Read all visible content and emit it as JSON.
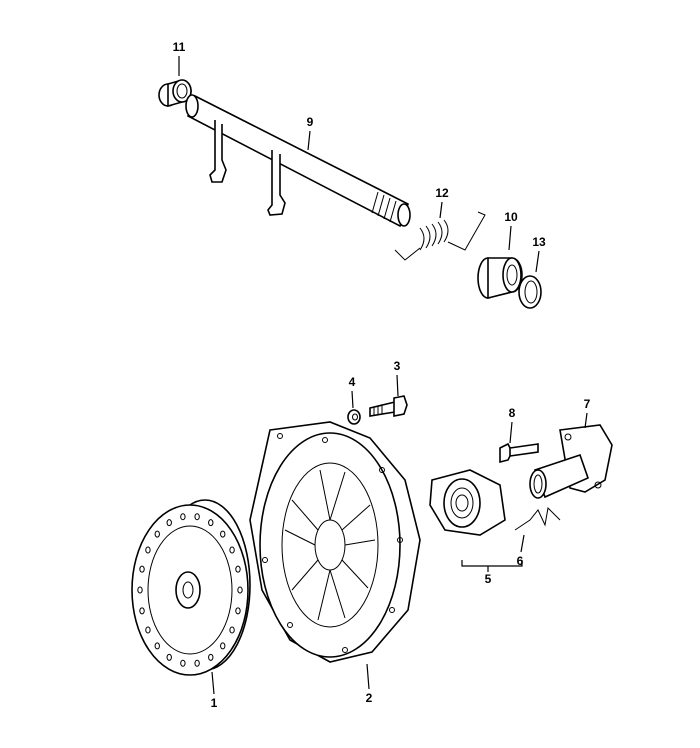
{
  "diagram": {
    "type": "exploded parts diagram",
    "callouts": [
      {
        "id": "11",
        "label": "11"
      },
      {
        "id": "9",
        "label": "9"
      },
      {
        "id": "12",
        "label": "12"
      },
      {
        "id": "10",
        "label": "10"
      },
      {
        "id": "13",
        "label": "13"
      },
      {
        "id": "4",
        "label": "4"
      },
      {
        "id": "3",
        "label": "3"
      },
      {
        "id": "8",
        "label": "8"
      },
      {
        "id": "7",
        "label": "7"
      },
      {
        "id": "5",
        "label": "5"
      },
      {
        "id": "6",
        "label": "6"
      },
      {
        "id": "1",
        "label": "1"
      },
      {
        "id": "2",
        "label": "2"
      }
    ]
  }
}
